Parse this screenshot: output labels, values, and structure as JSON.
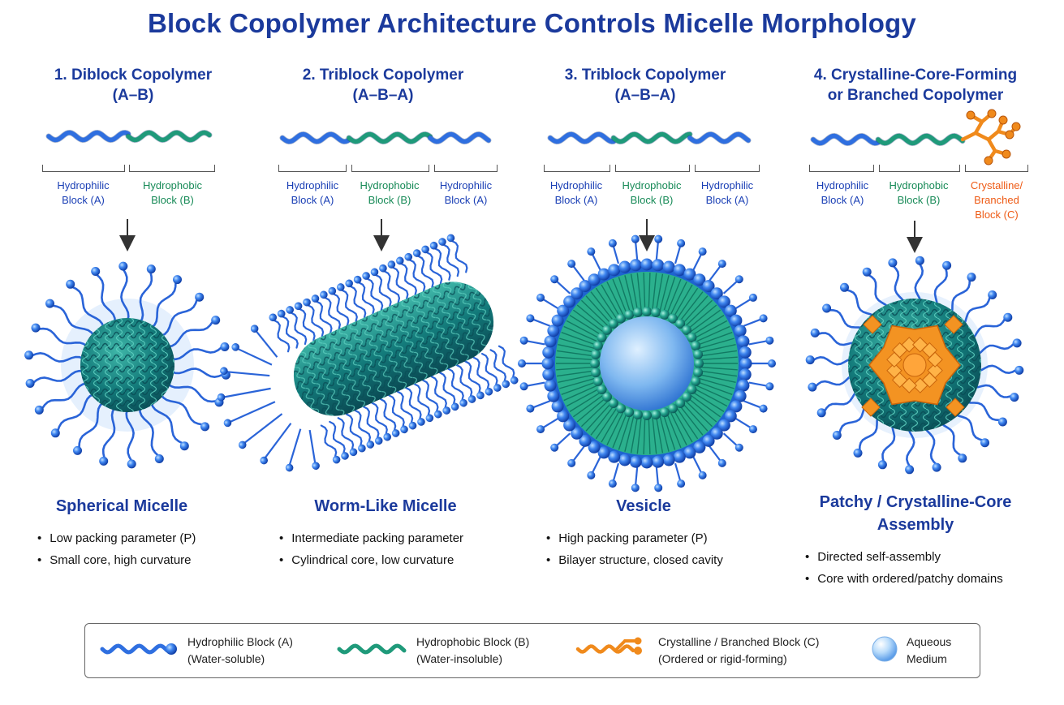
{
  "title": "Block Copolymer Architecture Controls Micelle Morphology",
  "panels": [
    {
      "title_line1": "1. Diblock Copolymer",
      "title_line2": "(A–B)",
      "blocks": [
        {
          "line1": "Hydrophilic",
          "line2": "Block (A)"
        },
        {
          "line1": "Hydrophobic",
          "line2": "Block (B)"
        }
      ],
      "morphology": "Spherical Micelle",
      "bullets": [
        "Low packing parameter (P)",
        "Small core, high curvature"
      ]
    },
    {
      "title_line1": "2. Triblock Copolymer",
      "title_line2": "(A–B–A)",
      "blocks": [
        {
          "line1": "Hydrophilic",
          "line2": "Block (A)"
        },
        {
          "line1": "Hydrophobic",
          "line2": "Block (B)"
        },
        {
          "line1": "Hydrophilic",
          "line2": "Block (A)"
        }
      ],
      "morphology": "Worm-Like Micelle",
      "bullets": [
        "Intermediate packing parameter",
        "Cylindrical core, low curvature"
      ]
    },
    {
      "title_line1": "3. Triblock Copolymer",
      "title_line2": "(A–B–A)",
      "blocks": [
        {
          "line1": "Hydrophilic",
          "line2": "Block (A)"
        },
        {
          "line1": "Hydrophobic",
          "line2": "Block (B)"
        },
        {
          "line1": "Hydrophilic",
          "line2": "Block (A)"
        }
      ],
      "morphology": "Vesicle",
      "bullets": [
        "High packing parameter (P)",
        "Bilayer structure, closed cavity"
      ]
    },
    {
      "title_line1": "4. Crystalline-Core-Forming",
      "title_line2": "or Branched Copolymer",
      "blocks": [
        {
          "line1": "Hydrophilic",
          "line2": "Block (A)"
        },
        {
          "line1": "Hydrophobic",
          "line2": "Block (B)"
        },
        {
          "line1": "Crystalline/",
          "line2": "Branched",
          "line3": "Block (C)"
        }
      ],
      "morphology_line1": "Patchy / Crystalline-Core",
      "morphology_line2": "Assembly",
      "bullets": [
        "Directed self-assembly",
        "Core with ordered/patchy domains"
      ]
    }
  ],
  "legend": [
    {
      "line1": "Hydrophilic Block (A)",
      "line2": "(Water-soluble)"
    },
    {
      "line1": "Hydrophobic Block (B)",
      "line2": "(Water-insoluble)"
    },
    {
      "line1": "Crystalline / Branched Block (C)",
      "line2": "(Ordered or rigid-forming)"
    },
    {
      "line1": "Aqueous",
      "line2": "Medium"
    }
  ],
  "colors": {
    "hydrophilic": "#2f6fe0",
    "hydrophobic": "#1f9a7a",
    "crystalline": "#f08a1c",
    "title": "#1b3a9c",
    "core": "#137a7a"
  }
}
